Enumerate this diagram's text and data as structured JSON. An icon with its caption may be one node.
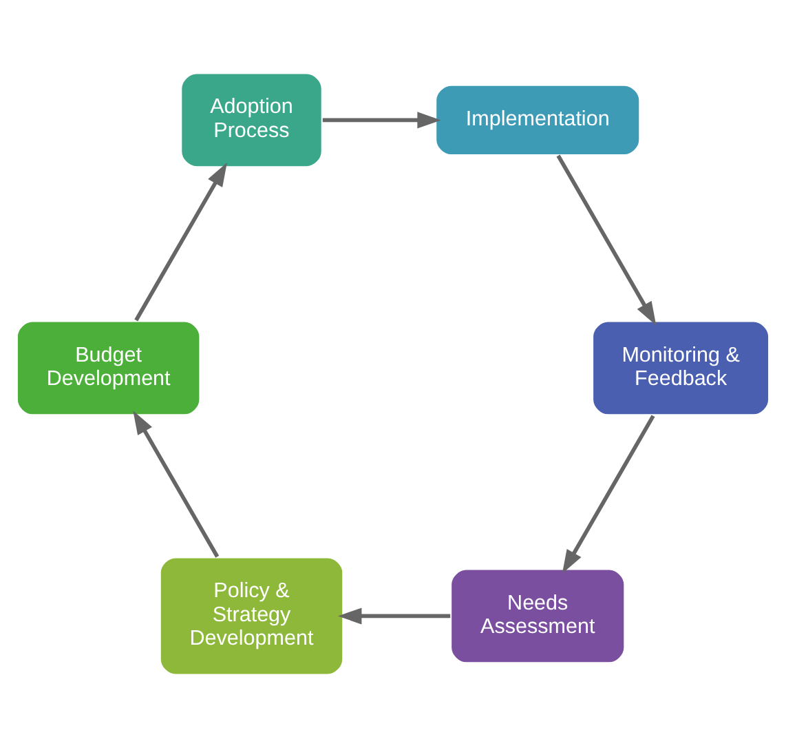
{
  "diagram": {
    "nodes": [
      {
        "text": [
          "Needs Assessment"
        ]
      },
      {
        "text": [
          "Policy & Strategy Development"
        ]
      },
      {
        "text": [
          "Budget Development"
        ]
      },
      {
        "text": [
          "Adoption Process"
        ]
      },
      {
        "text": [
          "Implementation"
        ]
      },
      {
        "text": [
          "Monitoring & Feedback"
        ]
      }
    ],
    "edges": [
      {
        "from": 0,
        "to": 1,
        "arrow": "to"
      },
      {
        "from": 1,
        "to": 2,
        "arrow": "to"
      },
      {
        "from": 2,
        "to": 3,
        "arrow": "to"
      },
      {
        "from": 3,
        "to": 4,
        "arrow": "to"
      },
      {
        "from": 4,
        "to": 5,
        "arrow": "to"
      },
      {
        "from": 5,
        "to": 0,
        "arrow": "to"
      }
    ]
  }
}
